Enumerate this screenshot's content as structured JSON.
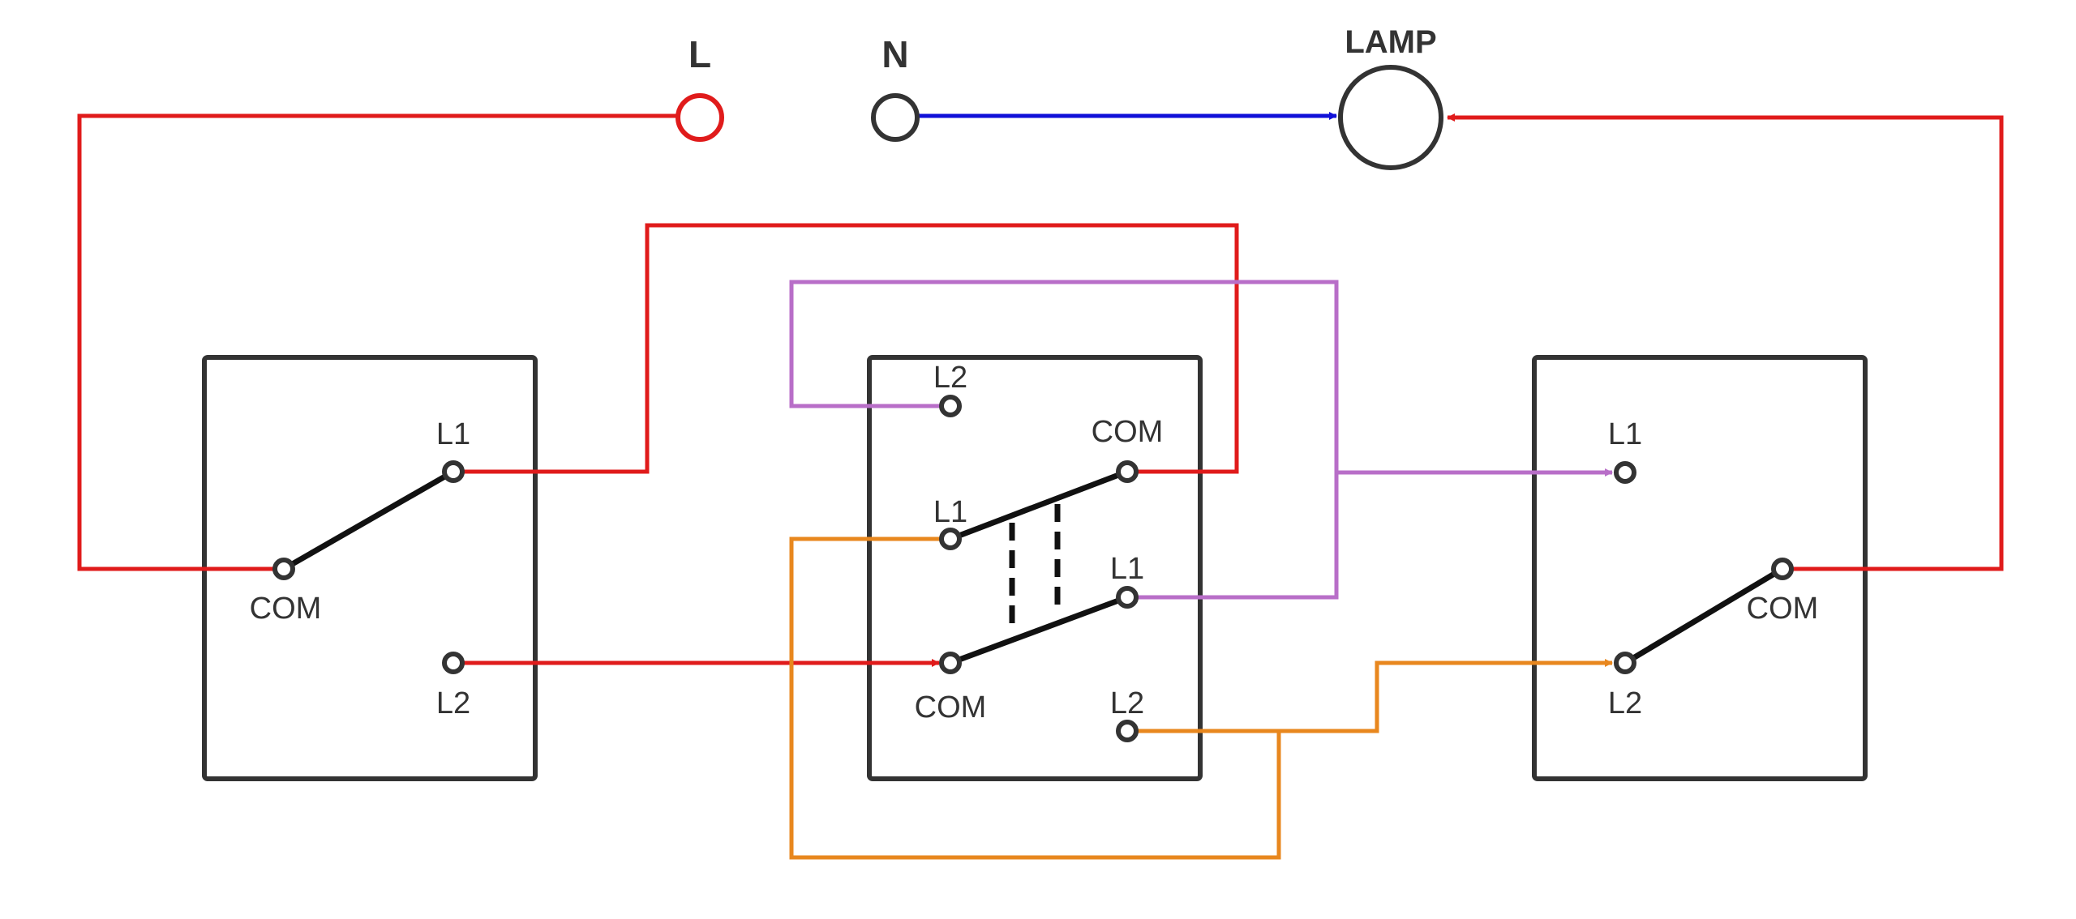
{
  "sources": {
    "line_label": "L",
    "neutral_label": "N",
    "lamp_label": "LAMP"
  },
  "switch_left": {
    "l1_label": "L1",
    "com_label": "COM",
    "l2_label": "L2"
  },
  "switch_middle": {
    "top_l2_label": "L2",
    "top_com_label": "COM",
    "left_l1_label": "L1",
    "right_l1_label": "L1",
    "bottom_com_label": "COM",
    "bottom_l2_label": "L2"
  },
  "switch_right": {
    "l1_label": "L1",
    "com_label": "COM",
    "l2_label": "L2"
  },
  "colors": {
    "live": "#e01b1b",
    "neutral": "#1010d8",
    "traveler_purple": "#b86ec8",
    "traveler_orange": "#e8871e",
    "outline": "#333333",
    "lever": "#111111"
  }
}
